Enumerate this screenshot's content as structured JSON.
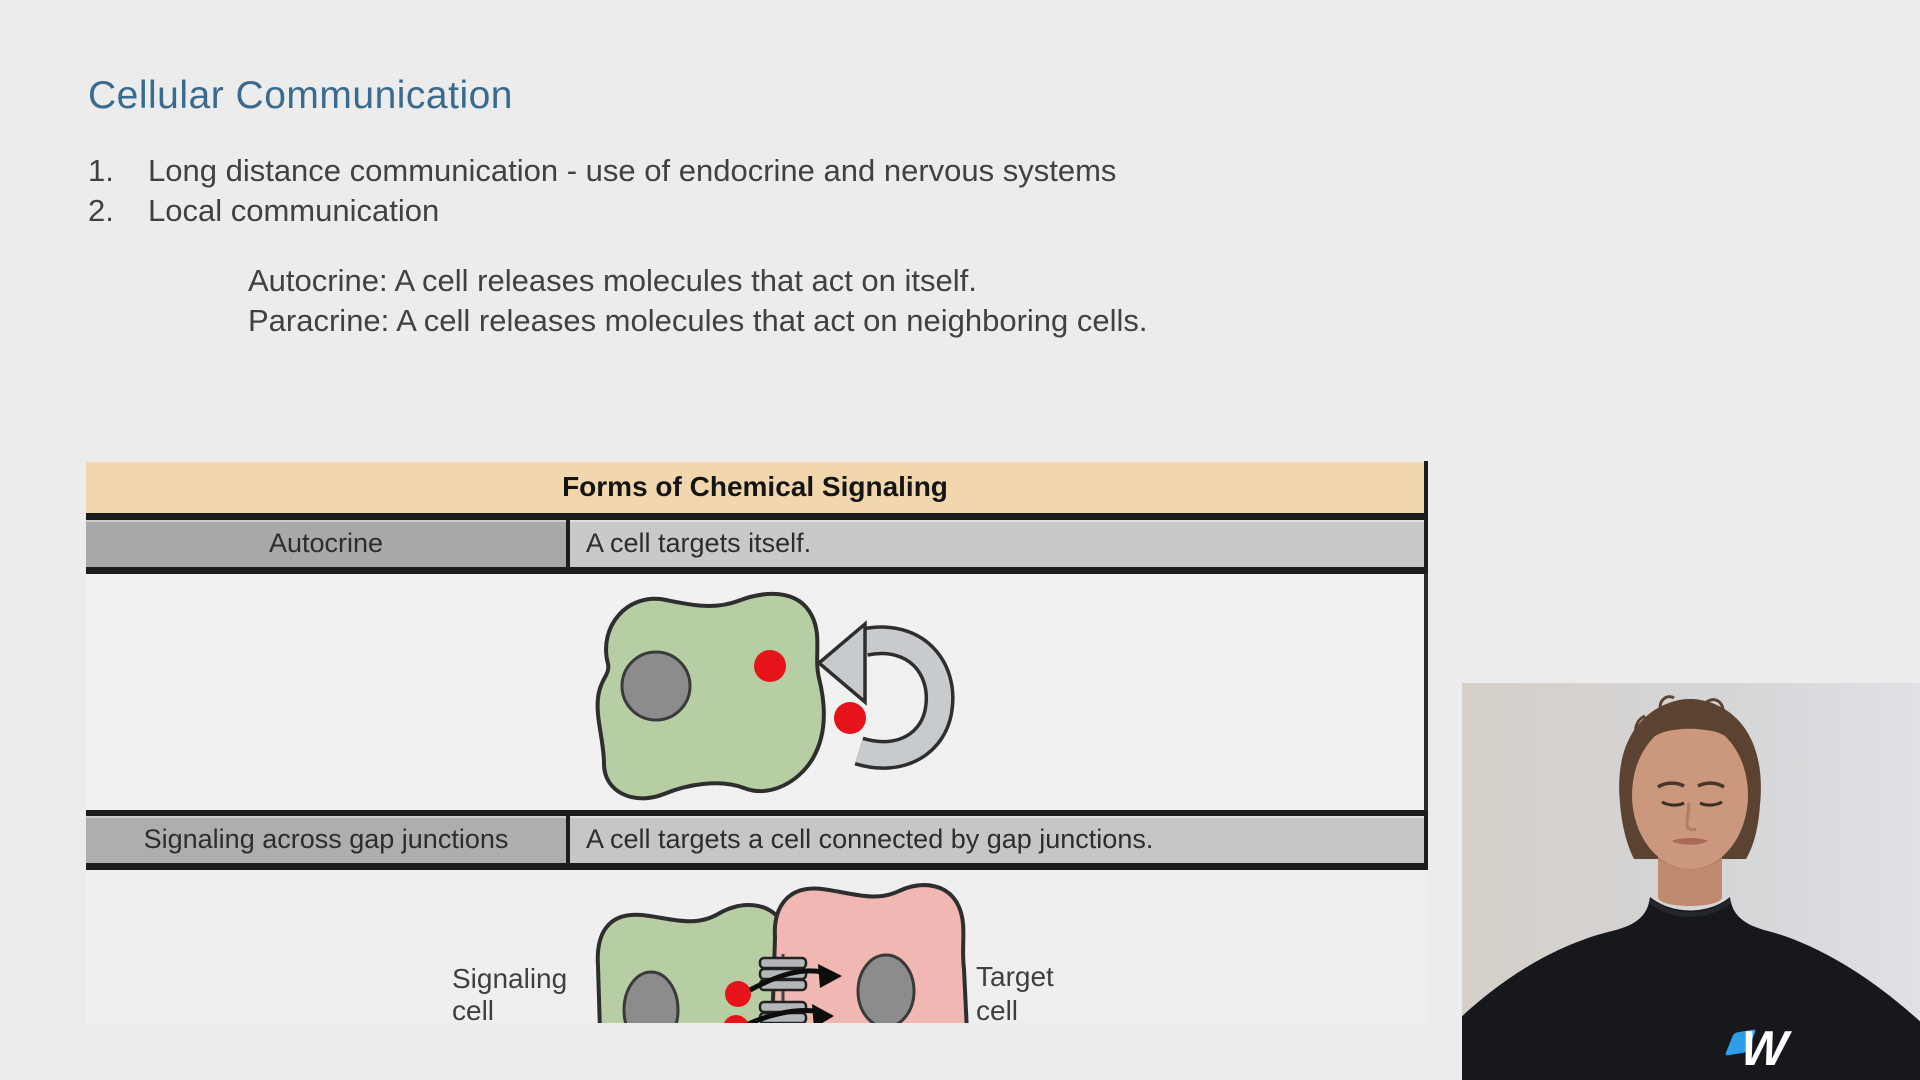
{
  "page": {
    "bg_color": "#ececec"
  },
  "slide": {
    "title": "Cellular Communication",
    "title_color": "#3a6b8e",
    "text_color": "#414141",
    "list": [
      {
        "num": "1.",
        "text": "Long distance communication - use of endocrine and nervous systems"
      },
      {
        "num": "2.",
        "text": "Local communication"
      }
    ],
    "sub_lines": [
      "Autocrine: A cell releases molecules that act on itself.",
      "Paracrine: A cell releases molecules that act on neighboring cells."
    ]
  },
  "table": {
    "title": "Forms of Chemical Signaling",
    "title_bg": "#f2d7ae",
    "border_color": "#1d1d1d",
    "rows": [
      {
        "label": "Autocrine",
        "desc": "A cell targets itself.",
        "label_bg": "#a8a8a8",
        "desc_bg": "#c7cac8"
      },
      {
        "label": "Signaling across gap junctions",
        "desc": "A cell targets a cell connected by gap junctions.",
        "label_bg": "#aeaeae",
        "desc_bg": "#c6c6c6"
      }
    ],
    "figure_colors": {
      "cell_green": "#b7cda3",
      "cell_pink": "#f1b7b2",
      "nucleus": "#8c8c8c",
      "molecule_red": "#e7131a",
      "arrow_gray": "#c7cbcd",
      "outline": "#2e2e2e"
    },
    "gap_figure_labels": {
      "signaling_line1": "Signaling",
      "signaling_line2": "cell",
      "target_line1": "Target",
      "target_line2": "cell"
    }
  },
  "webcam": {
    "logo_text": "W",
    "logo_accent_color": "#2e9fe6",
    "shirt_color": "#16181c"
  }
}
